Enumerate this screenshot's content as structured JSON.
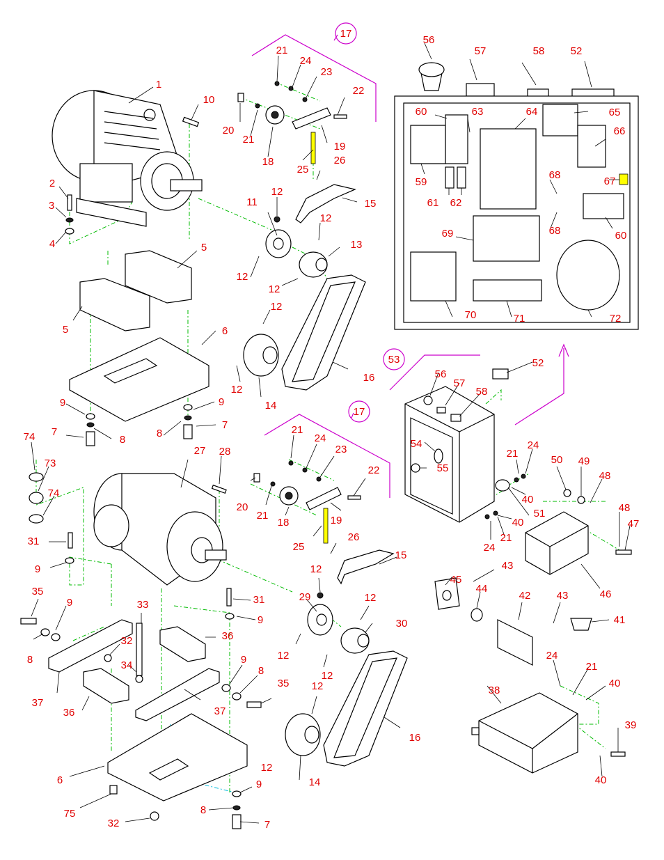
{
  "colors": {
    "label": "#e00000",
    "center_line": "#00bb00",
    "bracket": "#cc00cc",
    "cyan_line": "#00bbdd",
    "highlight": "#ffff00"
  },
  "callouts": {
    "top_assembly_17": "17",
    "bottom_assembly_17": "17",
    "control_box_53": "53"
  },
  "labels": [
    {
      "id": "top-1",
      "text": "1"
    },
    {
      "id": "top-10",
      "text": "10"
    },
    {
      "id": "top-2",
      "text": "2"
    },
    {
      "id": "top-3",
      "text": "3"
    },
    {
      "id": "top-4",
      "text": "4"
    },
    {
      "id": "top-5a",
      "text": "5"
    },
    {
      "id": "top-5b",
      "text": "5"
    },
    {
      "id": "top-6",
      "text": "6"
    },
    {
      "id": "top-9a",
      "text": "9"
    },
    {
      "id": "top-9b",
      "text": "9"
    },
    {
      "id": "top-7a",
      "text": "7"
    },
    {
      "id": "top-8a",
      "text": "8"
    },
    {
      "id": "top-8b",
      "text": "8"
    },
    {
      "id": "top-7b",
      "text": "7"
    },
    {
      "id": "top-21a",
      "text": "21"
    },
    {
      "id": "top-24",
      "text": "24"
    },
    {
      "id": "top-23",
      "text": "23"
    },
    {
      "id": "top-22",
      "text": "22"
    },
    {
      "id": "top-20",
      "text": "20"
    },
    {
      "id": "top-21b",
      "text": "21"
    },
    {
      "id": "top-19",
      "text": "19"
    },
    {
      "id": "top-18",
      "text": "18"
    },
    {
      "id": "top-25",
      "text": "25"
    },
    {
      "id": "top-26",
      "text": "26"
    },
    {
      "id": "top-12a",
      "text": "12"
    },
    {
      "id": "top-11",
      "text": "11"
    },
    {
      "id": "top-15",
      "text": "15"
    },
    {
      "id": "top-12b",
      "text": "12"
    },
    {
      "id": "top-13",
      "text": "13"
    },
    {
      "id": "top-12c",
      "text": "12"
    },
    {
      "id": "top-12d",
      "text": "12"
    },
    {
      "id": "top-12e",
      "text": "12"
    },
    {
      "id": "top-12f",
      "text": "12"
    },
    {
      "id": "top-14",
      "text": "14"
    },
    {
      "id": "top-16",
      "text": "16"
    },
    {
      "id": "box-56",
      "text": "56"
    },
    {
      "id": "box-57",
      "text": "57"
    },
    {
      "id": "box-58",
      "text": "58"
    },
    {
      "id": "box-52",
      "text": "52"
    },
    {
      "id": "box-60a",
      "text": "60"
    },
    {
      "id": "box-63",
      "text": "63"
    },
    {
      "id": "box-64",
      "text": "64"
    },
    {
      "id": "box-65",
      "text": "65"
    },
    {
      "id": "box-66",
      "text": "66"
    },
    {
      "id": "box-59",
      "text": "59"
    },
    {
      "id": "box-68a",
      "text": "68"
    },
    {
      "id": "box-67",
      "text": "67"
    },
    {
      "id": "box-61",
      "text": "61"
    },
    {
      "id": "box-62",
      "text": "62"
    },
    {
      "id": "box-68b",
      "text": "68"
    },
    {
      "id": "box-60b",
      "text": "60"
    },
    {
      "id": "box-69",
      "text": "69"
    },
    {
      "id": "box-70",
      "text": "70"
    },
    {
      "id": "box-71",
      "text": "71"
    },
    {
      "id": "box-72",
      "text": "72"
    },
    {
      "id": "ctl-52",
      "text": "52"
    },
    {
      "id": "ctl-56",
      "text": "56"
    },
    {
      "id": "ctl-57",
      "text": "57"
    },
    {
      "id": "ctl-58",
      "text": "58"
    },
    {
      "id": "ctl-54",
      "text": "54"
    },
    {
      "id": "ctl-55",
      "text": "55"
    },
    {
      "id": "ctl-21",
      "text": "21"
    },
    {
      "id": "ctl-24a",
      "text": "24"
    },
    {
      "id": "ctl-40a",
      "text": "40"
    },
    {
      "id": "ctl-51",
      "text": "51"
    },
    {
      "id": "ctl-40b",
      "text": "40"
    },
    {
      "id": "ctl-21b",
      "text": "21"
    },
    {
      "id": "ctl-24b",
      "text": "24"
    },
    {
      "id": "ctl-50",
      "text": "50"
    },
    {
      "id": "ctl-49",
      "text": "49"
    },
    {
      "id": "ctl-48a",
      "text": "48"
    },
    {
      "id": "ctl-48b",
      "text": "48"
    },
    {
      "id": "ctl-47",
      "text": "47"
    },
    {
      "id": "ctl-46",
      "text": "46"
    },
    {
      "id": "ctl-45",
      "text": "45"
    },
    {
      "id": "ctl-43a",
      "text": "43"
    },
    {
      "id": "ctl-44",
      "text": "44"
    },
    {
      "id": "ctl-42",
      "text": "42"
    },
    {
      "id": "ctl-43b",
      "text": "43"
    },
    {
      "id": "ctl-41",
      "text": "41"
    },
    {
      "id": "ctl-24c",
      "text": "24"
    },
    {
      "id": "ctl-21c",
      "text": "21"
    },
    {
      "id": "ctl-40c",
      "text": "40"
    },
    {
      "id": "ctl-38",
      "text": "38"
    },
    {
      "id": "ctl-39",
      "text": "39"
    },
    {
      "id": "ctl-40d",
      "text": "40"
    },
    {
      "id": "bot-74a",
      "text": "74"
    },
    {
      "id": "bot-73",
      "text": "73"
    },
    {
      "id": "bot-74b",
      "text": "74"
    },
    {
      "id": "bot-27",
      "text": "27"
    },
    {
      "id": "bot-28",
      "text": "28"
    },
    {
      "id": "bot-31a",
      "text": "31"
    },
    {
      "id": "bot-9a",
      "text": "9"
    },
    {
      "id": "bot-35a",
      "text": "35"
    },
    {
      "id": "bot-9b",
      "text": "9"
    },
    {
      "id": "bot-8a",
      "text": "8"
    },
    {
      "id": "bot-33",
      "text": "33"
    },
    {
      "id": "bot-32a",
      "text": "32"
    },
    {
      "id": "bot-34",
      "text": "34"
    },
    {
      "id": "bot-36a",
      "text": "36"
    },
    {
      "id": "bot-37a",
      "text": "37"
    },
    {
      "id": "bot-36b",
      "text": "36"
    },
    {
      "id": "bot-31b",
      "text": "31"
    },
    {
      "id": "bot-9c",
      "text": "9"
    },
    {
      "id": "bot-9d",
      "text": "9"
    },
    {
      "id": "bot-8b",
      "text": "8"
    },
    {
      "id": "bot-35b",
      "text": "35"
    },
    {
      "id": "bot-37b",
      "text": "37"
    },
    {
      "id": "bot-6",
      "text": "6"
    },
    {
      "id": "bot-75",
      "text": "75"
    },
    {
      "id": "bot-32b",
      "text": "32"
    },
    {
      "id": "bot-9e",
      "text": "9"
    },
    {
      "id": "bot-8c",
      "text": "8"
    },
    {
      "id": "bot-7",
      "text": "7"
    },
    {
      "id": "bot-21a",
      "text": "21"
    },
    {
      "id": "bot-24",
      "text": "24"
    },
    {
      "id": "bot-23",
      "text": "23"
    },
    {
      "id": "bot-22",
      "text": "22"
    },
    {
      "id": "bot-20",
      "text": "20"
    },
    {
      "id": "bot-21b",
      "text": "21"
    },
    {
      "id": "bot-18",
      "text": "18"
    },
    {
      "id": "bot-19",
      "text": "19"
    },
    {
      "id": "bot-25",
      "text": "25"
    },
    {
      "id": "bot-26",
      "text": "26"
    },
    {
      "id": "bot-15",
      "text": "15"
    },
    {
      "id": "bot-12a",
      "text": "12"
    },
    {
      "id": "bot-29",
      "text": "29"
    },
    {
      "id": "bot-12b",
      "text": "12"
    },
    {
      "id": "bot-30",
      "text": "30"
    },
    {
      "id": "bot-12c",
      "text": "12"
    },
    {
      "id": "bot-12d",
      "text": "12"
    },
    {
      "id": "bot-12e",
      "text": "12"
    },
    {
      "id": "bot-12f",
      "text": "12"
    },
    {
      "id": "bot-14",
      "text": "14"
    },
    {
      "id": "bot-16",
      "text": "16"
    }
  ]
}
